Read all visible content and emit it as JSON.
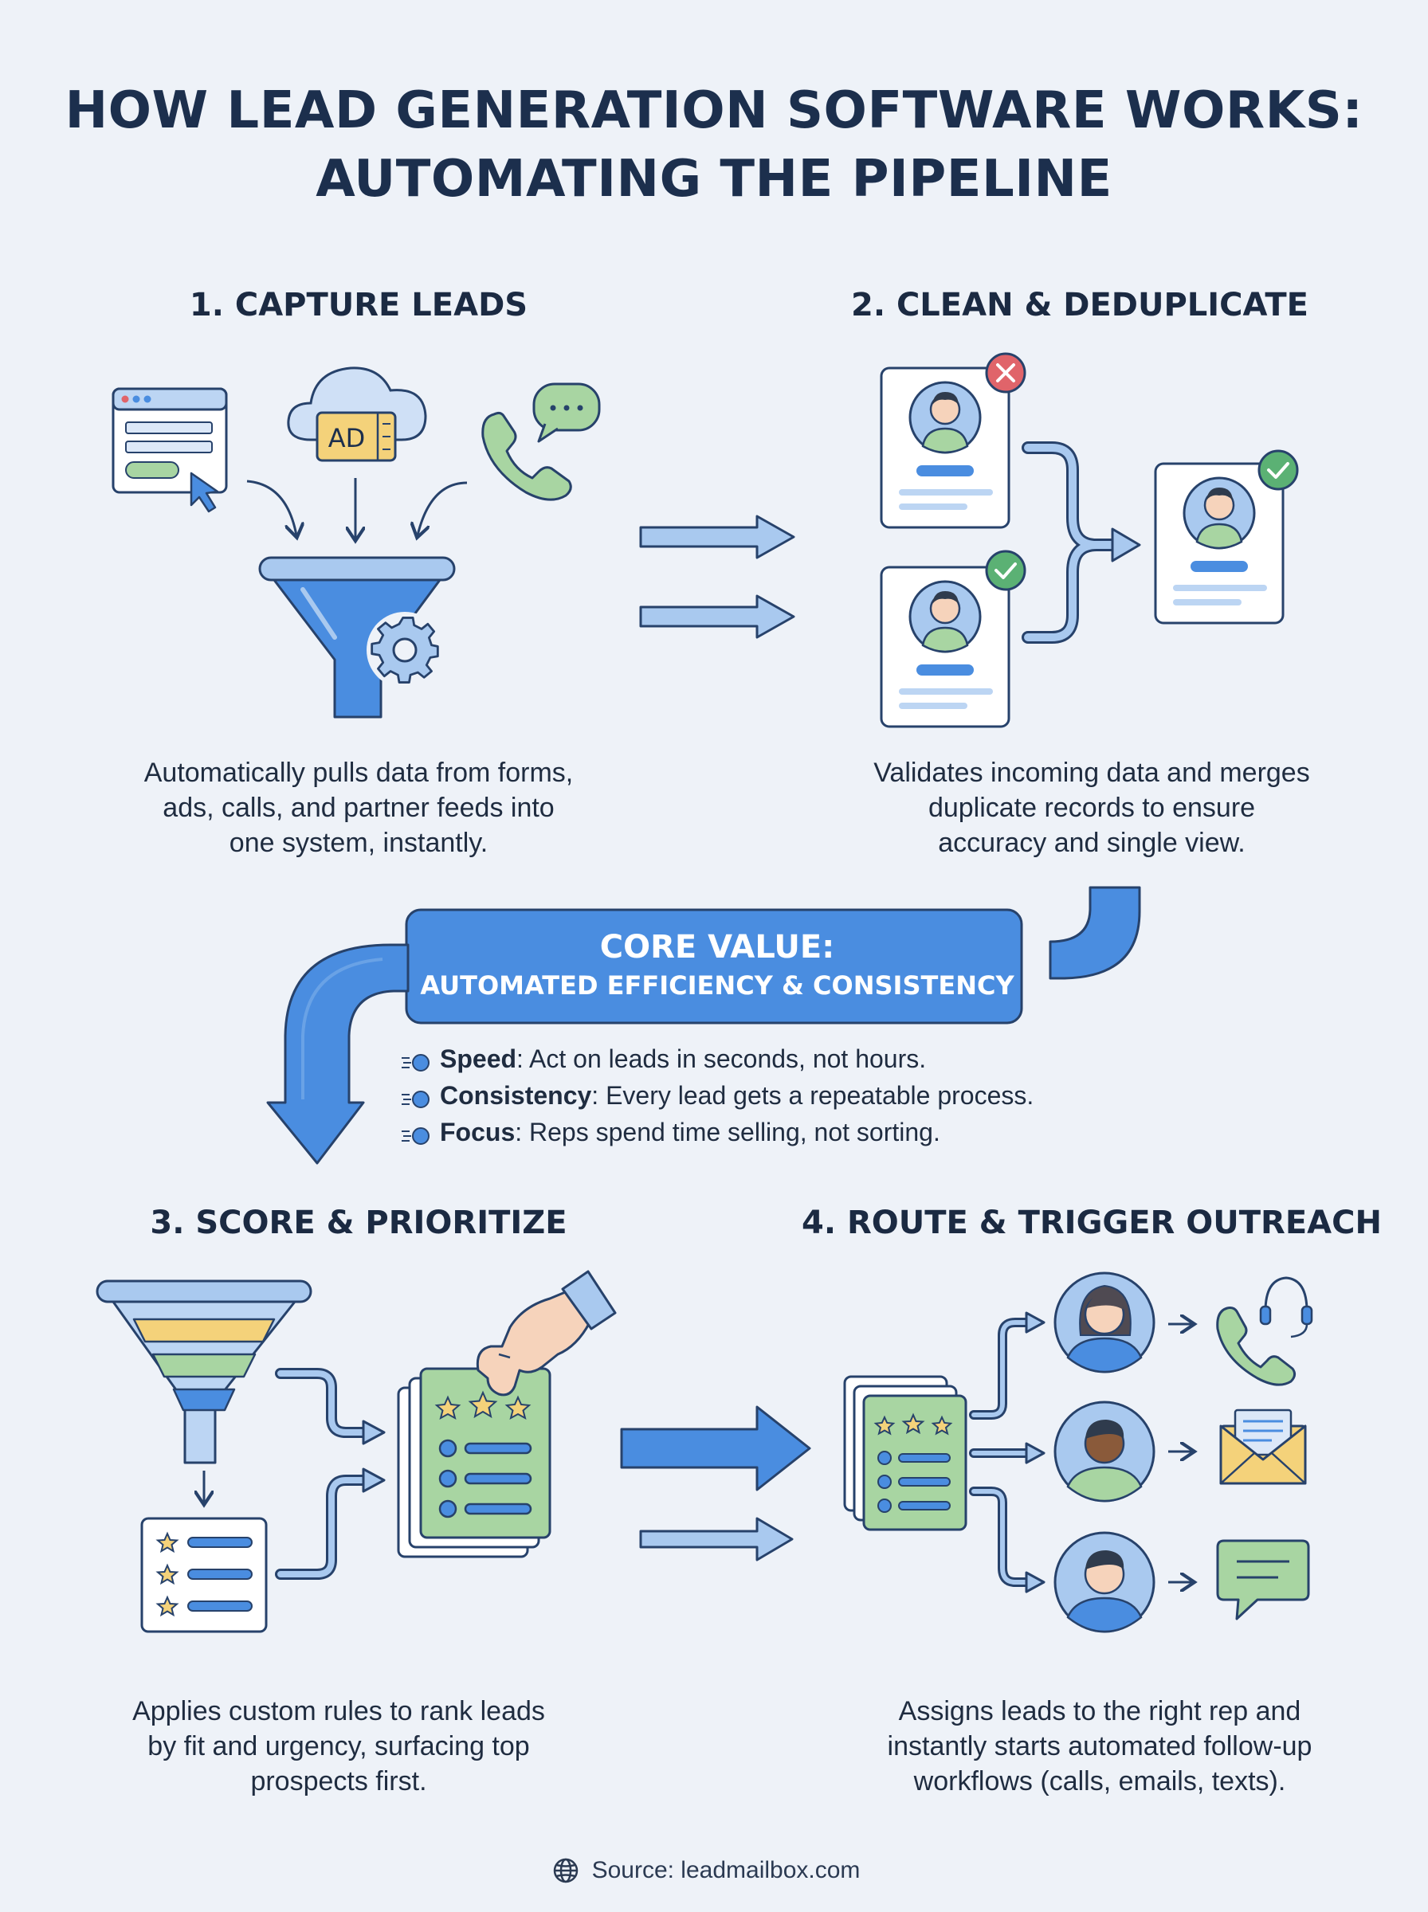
{
  "title_line1": "HOW LEAD GENERATION SOFTWARE WORKS:",
  "title_line2": "AUTOMATING THE PIPELINE",
  "steps": [
    {
      "title": "1. CAPTURE LEADS",
      "desc": [
        "Automatically pulls data from forms,",
        "ads, calls, and partner feeds into",
        "one system, instantly."
      ],
      "icon_labels": {
        "ad": "AD"
      }
    },
    {
      "title": "2. CLEAN & DEDUPLICATE",
      "desc": [
        "Validates incoming data and merges",
        "duplicate records to ensure",
        "accuracy and single view."
      ]
    },
    {
      "title": "3. SCORE & PRIORITIZE",
      "desc": [
        "Applies custom rules to rank leads",
        "by fit and urgency, surfacing top",
        "prospects first."
      ]
    },
    {
      "title": "4. ROUTE & TRIGGER OUTREACH",
      "desc": [
        "Assigns leads to the right rep and",
        "instantly starts automated follow-up",
        "workflows (calls, emails, texts)."
      ]
    }
  ],
  "core": {
    "title": "CORE VALUE:",
    "subtitle": "AUTOMATED EFFICIENCY & CONSISTENCY",
    "benefits": [
      {
        "label": "Speed",
        "text": ": Act on leads in seconds, not hours."
      },
      {
        "label": "Consistency",
        "text": ": Every lead gets a repeatable process."
      },
      {
        "label": "Focus",
        "text": ": Reps spend time selling, not sorting."
      }
    ]
  },
  "source": "Source: leadmailbox.com",
  "colors": {
    "background": "#eef2f8",
    "primary_blue": "#4a8de0",
    "light_blue": "#a9c9ef",
    "green": "#a8d5a2",
    "yellow": "#f4d27a",
    "red": "#e0646a",
    "dark": "#1c2f4d"
  },
  "icons": [
    "browser-form-icon",
    "cloud-ad-icon",
    "phone-chat-icon",
    "funnel-gear-icon",
    "contact-card-icon",
    "error-badge-icon",
    "check-badge-icon",
    "score-funnel-icon",
    "rated-list-icon",
    "hand-card-icon",
    "rep-avatar-icon",
    "headset-phone-icon",
    "email-envelope-icon",
    "text-message-icon",
    "globe-icon"
  ]
}
